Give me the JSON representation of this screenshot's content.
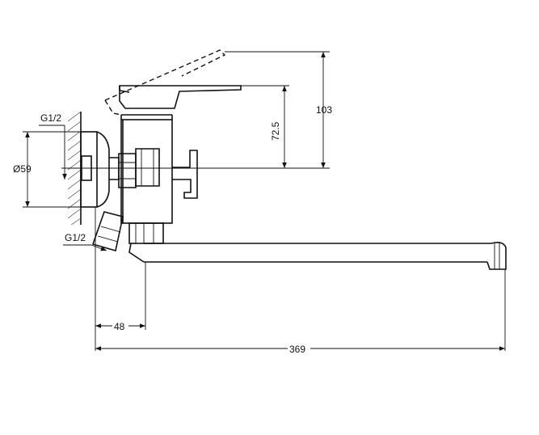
{
  "drawing": {
    "dimensions": {
      "height_103": "103",
      "height_72_5": "72.5",
      "diameter_59": "Ø59",
      "thread_top": "G1/2",
      "thread_bottom": "G1/2",
      "offset_48": "48",
      "length_369": "369"
    }
  }
}
